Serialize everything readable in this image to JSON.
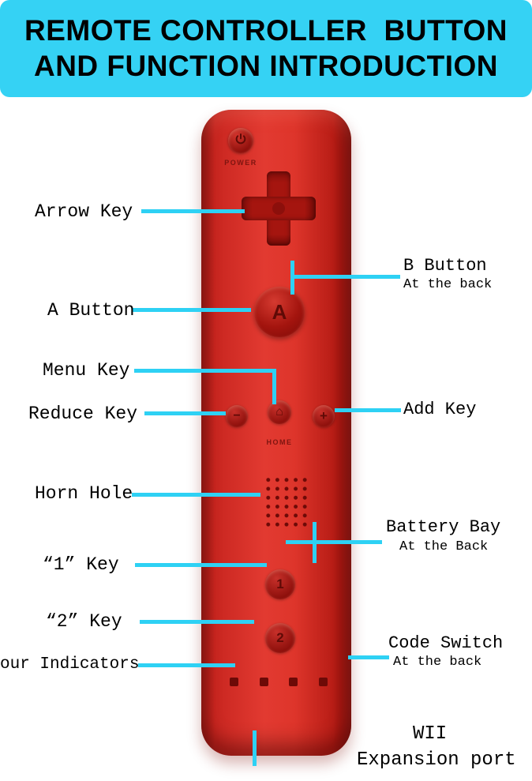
{
  "header": {
    "line1": "REMOTE CONTROLLER  BUTTON",
    "line2": "AND FUNCTION INTRODUCTION"
  },
  "remote": {
    "power_label": "POWER",
    "a_button": "A",
    "minus_button": "−",
    "home_icon": "⌂",
    "home_label": "HOME",
    "plus_button": "+",
    "one_button": "1",
    "two_button": "2"
  },
  "callouts": {
    "arrow_key": "Arrow Key",
    "b_button": "B Button",
    "b_button_note": "At the back",
    "a_button": "A Button",
    "menu_key": "Menu Key",
    "reduce_key": "Reduce Key",
    "add_key": "Add Key",
    "horn_hole": "Horn Hole",
    "battery_bay": "Battery Bay",
    "battery_bay_note": "At the Back",
    "one_key": "“1” Key",
    "two_key": "“2” Key",
    "indicators": "our Indicators",
    "code_switch": "Code Switch",
    "code_switch_note": "At the back",
    "wii": "WII",
    "expansion_port": "Expansion port"
  },
  "colors": {
    "accent_cyan": "#2ed1f4",
    "remote_red": "#d92f27",
    "button_dark_red": "#8f120d",
    "header_text": "#000000"
  }
}
